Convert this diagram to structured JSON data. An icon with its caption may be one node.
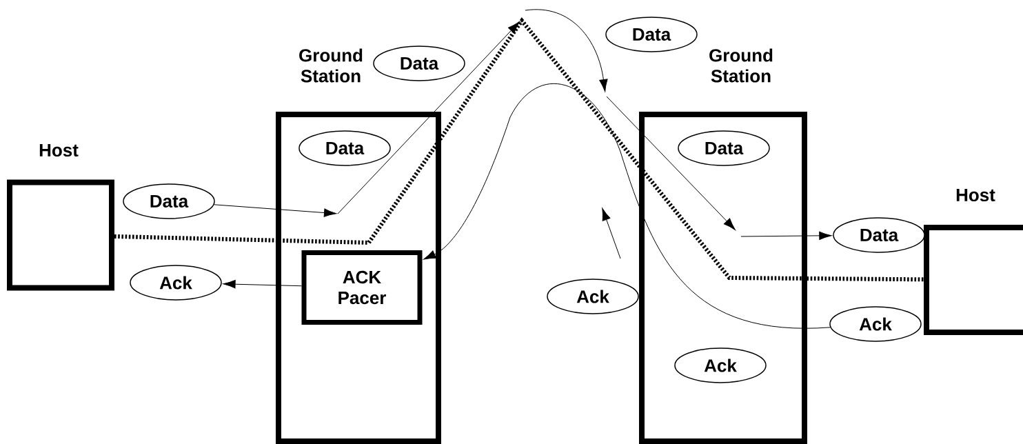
{
  "diagram": {
    "nodes": [
      {
        "text": [
          "Host"
        ]
      },
      {
        "text": [
          "Ground Station"
        ]
      },
      {
        "text": [
          "ACK Pacer"
        ],
        "in": 1
      },
      {
        "text": [
          "Ground Station"
        ]
      },
      {
        "text": [
          "Host"
        ]
      },
      {
        "text": [
          "Data"
        ]
      },
      {
        "text": [
          "Data"
        ],
        "in": 1
      },
      {
        "text": [
          "Data"
        ]
      },
      {
        "text": [
          "Data"
        ]
      },
      {
        "text": [
          "Data"
        ],
        "in": 3
      },
      {
        "text": [
          "Data"
        ]
      },
      {
        "text": [
          "Ack"
        ]
      },
      {
        "text": [
          "Ack"
        ]
      },
      {
        "text": [
          "Ack"
        ],
        "in": 3
      },
      {
        "text": [
          "Ack"
        ]
      }
    ],
    "edges": [
      {
        "from": 5,
        "to": null,
        "arrow": "to"
      },
      {
        "from": null,
        "to": 10,
        "arrow": "to"
      },
      {
        "from": 2,
        "to": 11,
        "arrow": "to"
      },
      {
        "from": 14,
        "to": 2,
        "arrow": "to"
      },
      {
        "from": 0,
        "to": 4,
        "arrow": "none",
        "style": "dashed"
      }
    ]
  }
}
